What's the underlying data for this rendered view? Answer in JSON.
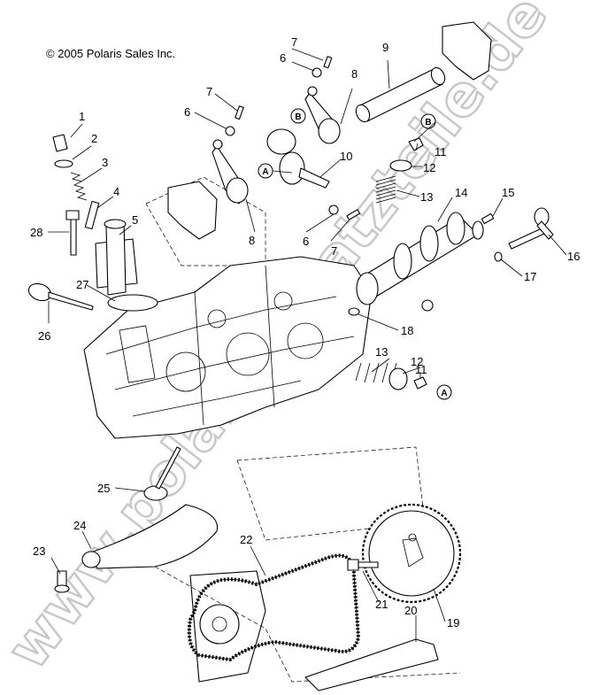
{
  "copyright": "© 2005 Polaris Sales Inc.",
  "watermark": "www.polarisersatzteile.de",
  "callouts": {
    "n1": "1",
    "n2": "2",
    "n3": "3",
    "n4": "4",
    "n5": "5",
    "n6a": "6",
    "n6b": "6",
    "n6c": "6",
    "n7a": "7",
    "n7b": "7",
    "n7c": "7",
    "n8a": "8",
    "n8b": "8",
    "n9": "9",
    "n10": "10",
    "n11a": "11",
    "n11b": "11",
    "n12a": "12",
    "n12b": "12",
    "n13a": "13",
    "n13b": "13",
    "n14": "14",
    "n15": "15",
    "n16": "16",
    "n17": "17",
    "n18": "18",
    "n19": "19",
    "n20": "20",
    "n21": "21",
    "n22": "22",
    "n23": "23",
    "n24": "24",
    "n25": "25",
    "n26": "26",
    "n27": "27",
    "n28": "28"
  },
  "references": {
    "a1": "A",
    "a2": "A",
    "b1": "B",
    "b2": "B"
  }
}
